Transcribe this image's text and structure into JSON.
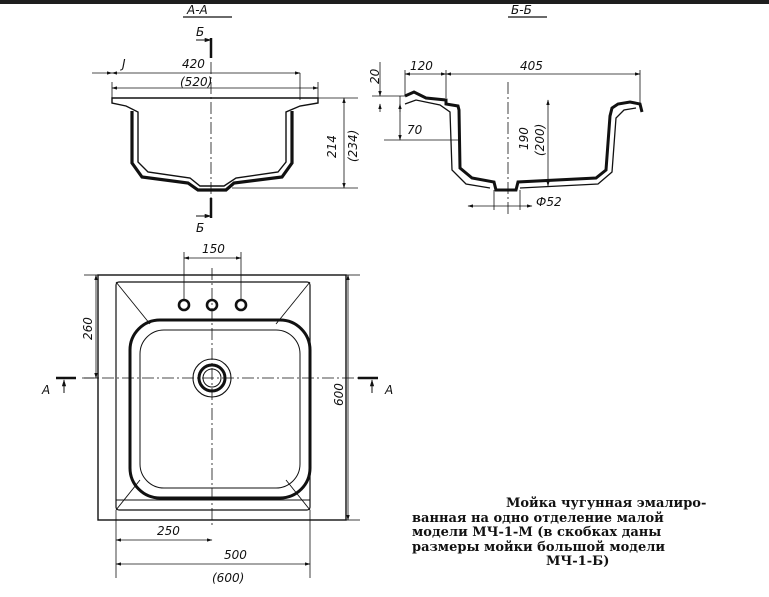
{
  "sections": {
    "aa": "А-А",
    "bb": "Б-Б"
  },
  "cut_markers": {
    "b_top": "Б",
    "b_bottom": "Б",
    "a_left": "А",
    "a_right": "А"
  },
  "section_aa_dims": {
    "small": "J",
    "width": "420",
    "width_big": "(520)",
    "height": "214",
    "height_big": "(234)"
  },
  "section_bb_dims": {
    "rim_height": "20",
    "rim_width": "120",
    "width": "405",
    "left_depth": "70",
    "depth": "190",
    "depth_big": "(200)",
    "drain": "Ф52"
  },
  "plan_dims": {
    "holes_spacing": "150",
    "holes_offset": "260",
    "height": "600",
    "half_width": "250",
    "width": "500",
    "width_big": "(600)"
  },
  "caption": {
    "lines": [
      "Мойка чугунная эмалиро-",
      "ванная на одно отделение малой",
      "модели МЧ-1-М (в скобках даны",
      "размеры мойки большой модели",
      "МЧ-1-Б)"
    ]
  }
}
